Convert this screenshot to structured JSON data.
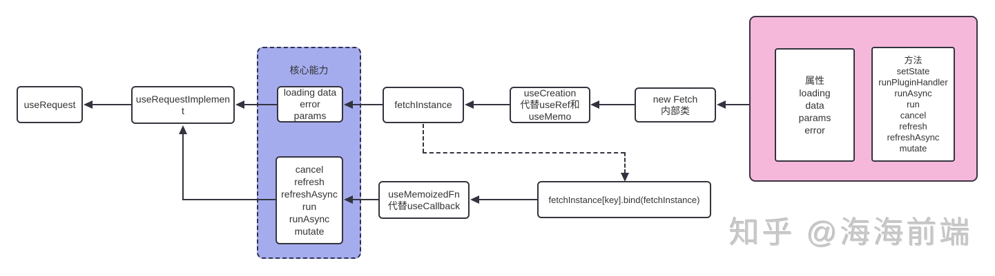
{
  "diagram": {
    "watermark": "知乎 @海海前端",
    "groups": {
      "core_capabilities": {
        "title": "核心能力",
        "fill": "#a5acee"
      },
      "fetch_class": {
        "fill": "#f5b8da"
      }
    },
    "nodes": {
      "use_request": {
        "label": "useRequest"
      },
      "use_request_implement": {
        "label": "useRequestImplement"
      },
      "core_state": {
        "lines": [
          "loading data",
          "error",
          "params"
        ]
      },
      "core_actions": {
        "lines": [
          "cancel",
          "refresh",
          "refreshAsync",
          "run",
          "runAsync",
          "mutate"
        ]
      },
      "fetch_instance": {
        "label": "fetchInstance"
      },
      "use_creation": {
        "lines": [
          "useCreation",
          "代替useRef和",
          "useMemo"
        ]
      },
      "new_fetch": {
        "lines": [
          "new Fetch",
          "内部类"
        ]
      },
      "fetch_props": {
        "lines": [
          "属性",
          "loading",
          "data",
          "params",
          "error"
        ]
      },
      "fetch_methods": {
        "lines": [
          "方法",
          "setState",
          "runPluginHandler",
          "runAsync",
          "run",
          "cancel",
          "refresh",
          "refreshAsync",
          "mutate"
        ]
      },
      "use_memoized_fn": {
        "lines": [
          "useMemoizedFn",
          "代替useCallback"
        ]
      },
      "bind_expression": {
        "label": "fetchInstance[key].bind(fetchInstance)"
      }
    },
    "colors": {
      "stroke": "#33333f",
      "node_border": "#33333d",
      "text": "#333333"
    }
  }
}
